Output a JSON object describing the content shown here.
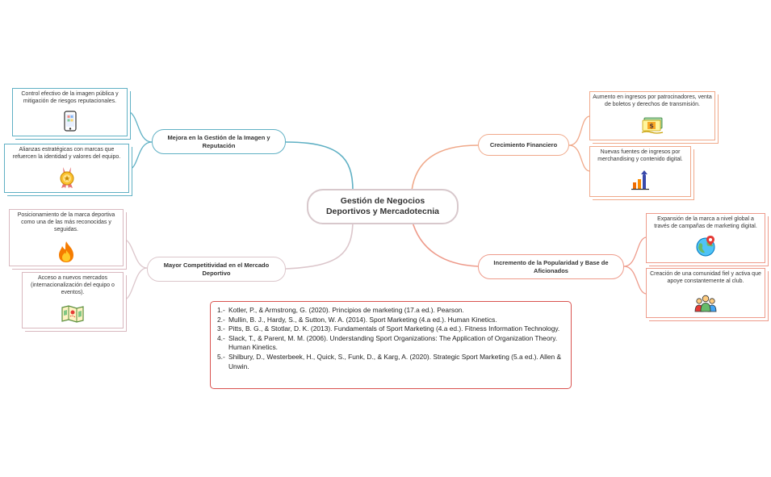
{
  "central": {
    "line1": "Gestión de Negocios",
    "line2": "Deportivos y Mercadotecnia"
  },
  "branches": [
    {
      "title": "Mejora en la Gestión de la Imagen y Reputación",
      "color": "#5fb0c4",
      "cards": [
        {
          "text": "Control efectivo de la imagen pública y mitigación de riesgos reputacionales.",
          "icon": "smartphone-icon"
        },
        {
          "text": "Alianzas estratégicas con marcas que refuercen la identidad y valores del equipo.",
          "icon": "medal-icon"
        }
      ]
    },
    {
      "title": "Mayor Competitividad en el Mercado Deportivo",
      "color": "#d9b8bf",
      "cards": [
        {
          "text": "Posicionamiento de la marca deportiva como una de las más reconocidas y seguidas.",
          "icon": "fire-icon"
        },
        {
          "text": "Acceso a nuevos mercados (internacionalización del equipo o eventos).",
          "icon": "map-icon"
        }
      ]
    },
    {
      "title": "Crecimiento Financiero",
      "color": "#f0a98a",
      "cards": [
        {
          "text": "Aumento en ingresos por patrocinadores, venta de boletos y derechos de transmisión.",
          "icon": "money-icon"
        },
        {
          "text": "Nuevas fuentes de ingresos por merchandising y contenido digital.",
          "icon": "growth-chart-icon"
        }
      ]
    },
    {
      "title": "Incremento de la Popularidad y Base de Aficionados",
      "color": "#ee9b8b",
      "cards": [
        {
          "text": "Expansión de la marca a nivel global a través de campañas de marketing digital.",
          "icon": "globe-pin-icon"
        },
        {
          "text": "Creación de una comunidad fiel y activa que apoye constantemente al club.",
          "icon": "people-icon"
        }
      ]
    }
  ],
  "references": [
    {
      "num": "1.-",
      "text": "Kotler, P., & Armstrong, G. (2020). Principios de marketing (17.a ed.). Pearson."
    },
    {
      "num": "2.-",
      "text": "Mullin, B. J., Hardy, S., & Sutton, W. A. (2014). Sport Marketing (4.a ed.). Human Kinetics."
    },
    {
      "num": "3.-",
      "text": "Pitts, B. G., & Stotlar, D. K. (2013). Fundamentals of Sport Marketing (4.a ed.). Fitness Information Technology."
    },
    {
      "num": "4.-",
      "text": "Slack, T., & Parent, M. M. (2006). Understanding Sport Organizations: The Application of Organization Theory. Human Kinetics."
    },
    {
      "num": "5.-",
      "text": "Shilbury, D., Westerbeek, H., Quick, S., Funk, D., & Karg, A. (2020). Strategic Sport Marketing (5.a ed.). Allen & Unwin."
    }
  ]
}
